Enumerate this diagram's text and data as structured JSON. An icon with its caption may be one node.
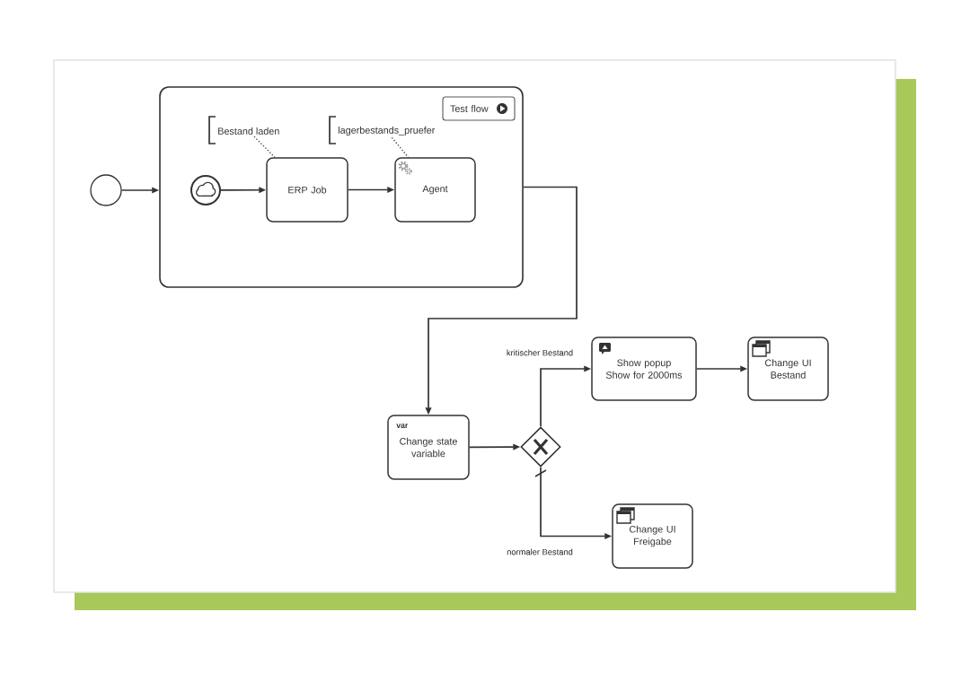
{
  "diagram": {
    "nodes": [
      {
        "text": [],
        "shape": "circle"
      },
      {
        "text": [],
        "shape": "box"
      },
      {
        "text": [
          "Test flow"
        ],
        "in": 1
      },
      {
        "text": [
          "Bestand laden"
        ],
        "in": 1
      },
      {
        "text": [
          "lagerbestands_pruefer"
        ],
        "in": 1
      },
      {
        "text": [],
        "shape": "circle",
        "in": 1
      },
      {
        "text": [
          "ERP Job"
        ],
        "in": 1
      },
      {
        "text": [
          "Agent"
        ],
        "in": 1
      },
      {
        "text": [
          "var",
          "Change state variable"
        ]
      },
      {
        "text": [],
        "shape": "diamond"
      },
      {
        "text": [
          "Show popup",
          "Show for 2000ms"
        ]
      },
      {
        "text": [
          "Change UI Bestand"
        ]
      },
      {
        "text": [
          "Change UI Freigabe"
        ]
      }
    ],
    "edges": [
      {
        "from": 0,
        "to": 1,
        "arrow": "to"
      },
      {
        "from": 5,
        "to": 6,
        "arrow": "to"
      },
      {
        "from": 6,
        "to": 7,
        "arrow": "to"
      },
      {
        "from": 3,
        "to": 6,
        "arrow": "none",
        "style": "dashed"
      },
      {
        "from": 4,
        "to": 7,
        "arrow": "none",
        "style": "dashed"
      },
      {
        "from": 1,
        "to": 8,
        "arrow": "to"
      },
      {
        "from": 8,
        "to": 9,
        "arrow": "to"
      },
      {
        "from": 9,
        "to": 10,
        "arrow": "to",
        "label": "kritischer Bestand"
      },
      {
        "from": 9,
        "to": 12,
        "arrow": "to",
        "label": "normaler Bestand"
      },
      {
        "from": 10,
        "to": 11,
        "arrow": "to"
      }
    ]
  }
}
